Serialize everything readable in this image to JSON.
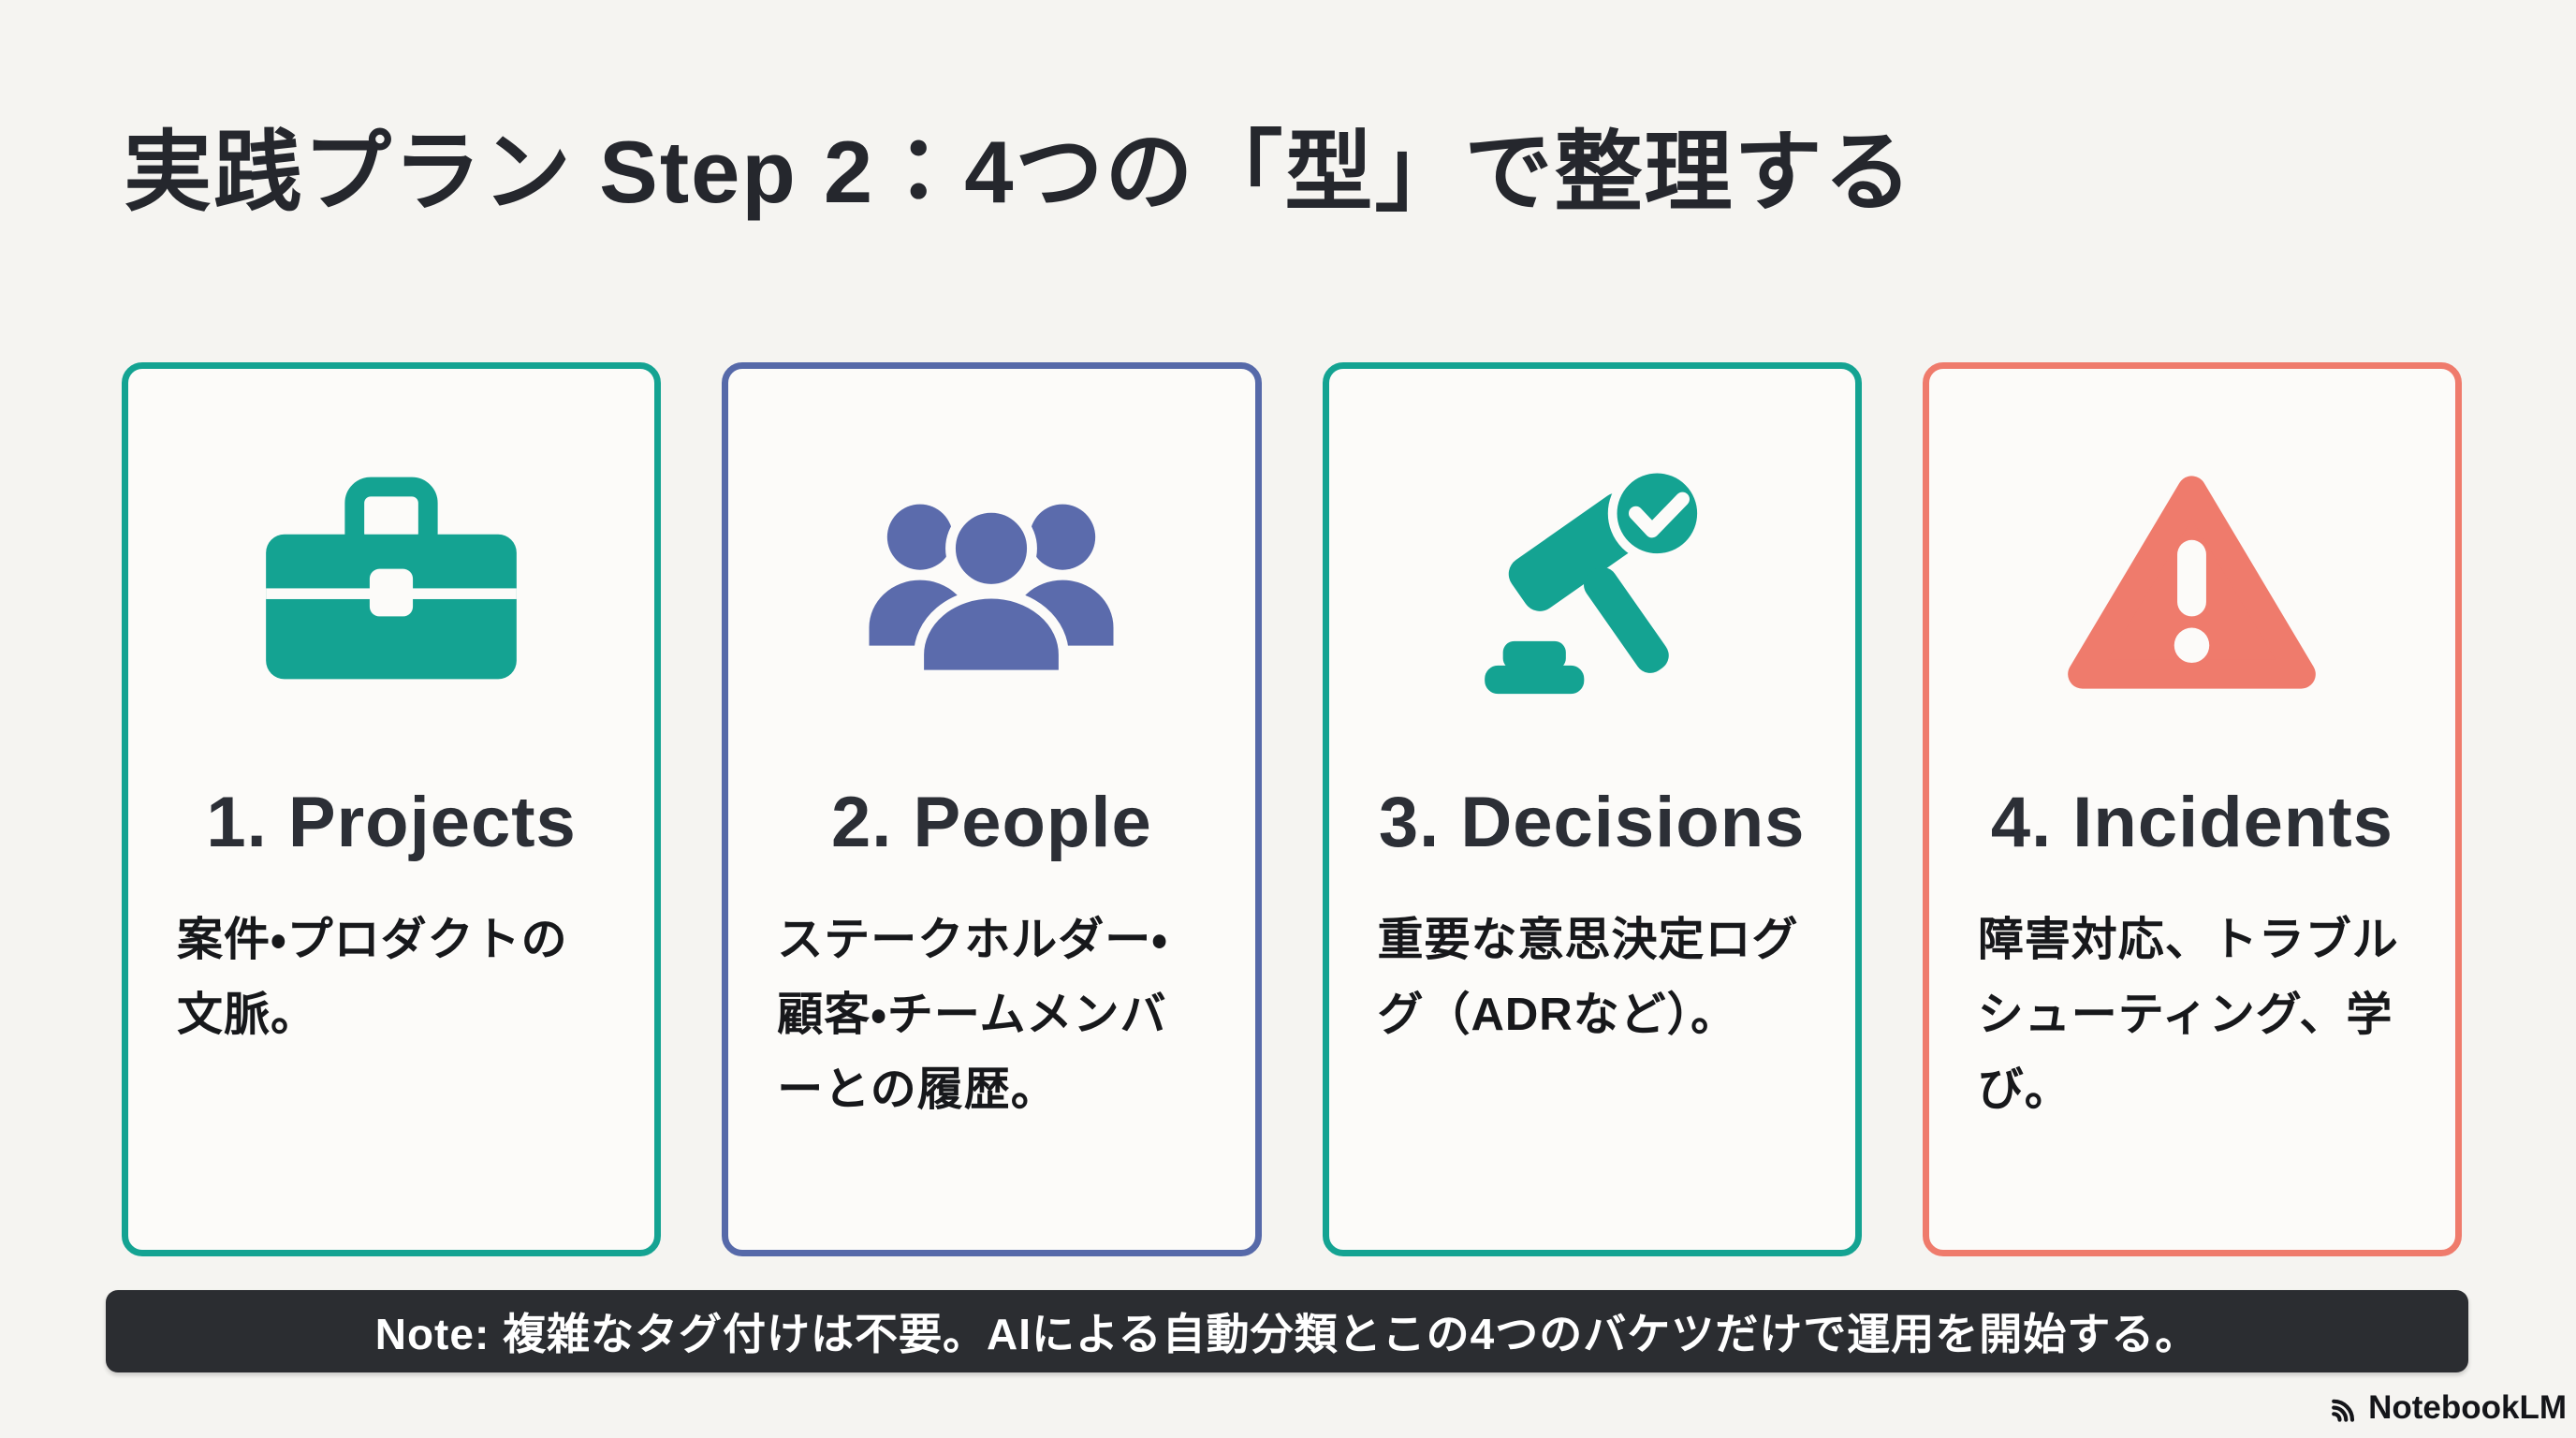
{
  "title": "実践プラン Step 2：4つの「型」で整理する",
  "cards": [
    {
      "heading": "1. Projects",
      "body": "案件・プロダクトの\n文脈。",
      "icon": "briefcase-icon",
      "accent": "#14a392"
    },
    {
      "heading": "2. People",
      "body": "ステークホルダー・\n顧客・チームメンバ\nーとの履歴。",
      "icon": "people-icon",
      "accent": "#5669a9"
    },
    {
      "heading": "3. Decisions",
      "body": "重要な意思決定ログ\nグ（ADRなど）。",
      "icon": "gavel-check-icon",
      "accent": "#14a392"
    },
    {
      "heading": "4. Incidents",
      "body": "障害対応、トラブル\nシューティング、学\nび。",
      "icon": "warning-triangle-icon",
      "accent": "#ef7b6c"
    }
  ],
  "note": {
    "text": "Note: 複雑なタグ付けは不要。AIによる自動分類とこの4つのバケツだけで運用を開始する。"
  },
  "footer": {
    "brand": "NotebookLM"
  },
  "colors": {
    "background": "#f5f4f1",
    "card_background": "#fcfbf9",
    "teal": "#14a392",
    "blue": "#5669a9",
    "coral": "#ef7b6c",
    "note_bar_background": "#2b2d31",
    "note_text": "#ffffff",
    "title_text": "#25272d"
  }
}
